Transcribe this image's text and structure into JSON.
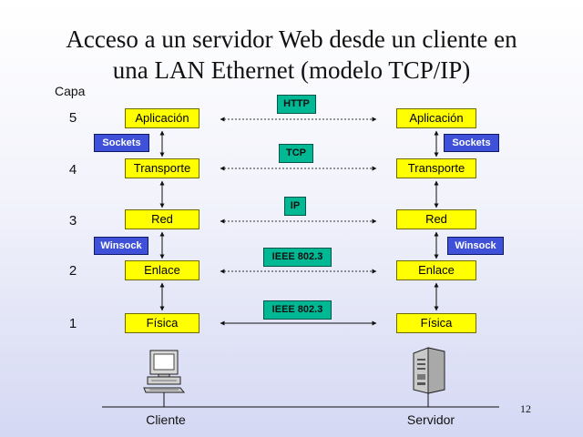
{
  "title": {
    "line1": "Acceso a un servidor Web desde un cliente en",
    "line2": "una LAN Ethernet (modelo TCP/IP)"
  },
  "capa_label": "Capa",
  "layers": [
    {
      "number": "5",
      "name": "Aplicación",
      "protocol": "HTTP",
      "line": "dotted"
    },
    {
      "number": "4",
      "name": "Transporte",
      "protocol": "TCP",
      "line": "dotted"
    },
    {
      "number": "3",
      "name": "Red",
      "protocol": "IP",
      "line": "dotted"
    },
    {
      "number": "2",
      "name": "Enlace",
      "protocol": "IEEE 802.3",
      "line": "dotted"
    },
    {
      "number": "1",
      "name": "Física",
      "protocol": "IEEE 802.3",
      "line": "solid"
    }
  ],
  "apis": {
    "sockets": "Sockets",
    "winsock": "Winsock"
  },
  "hosts": {
    "client": "Cliente",
    "server": "Servidor"
  },
  "page_number": "12",
  "colors": {
    "layer_box": "#ffff00",
    "protocol_box": "#00b894",
    "api_box": "#3f51d8"
  },
  "icons": {
    "client": "desktop-computer-icon",
    "server": "tower-server-icon"
  }
}
